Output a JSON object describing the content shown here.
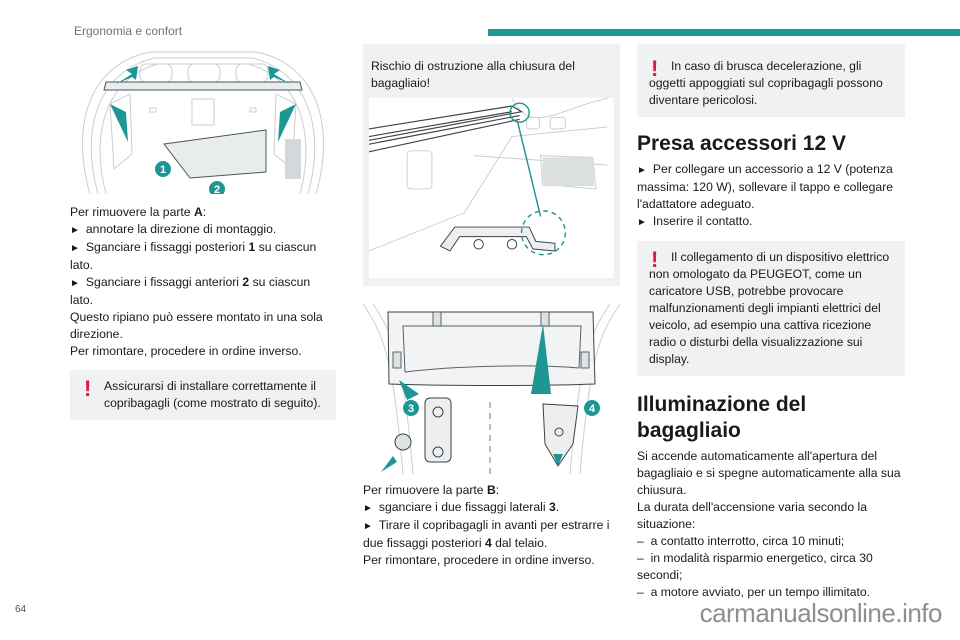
{
  "header": {
    "section_title": "Ergonomia e confort",
    "accent_color": "#1e9694"
  },
  "column1": {
    "figure_label": "boot-cover-part-a-removal-illustration",
    "callouts": [
      "1",
      "2"
    ],
    "intro_prefix": "Per rimuovere la parte ",
    "intro_bold": "A",
    "intro_suffix": ":",
    "steps": [
      {
        "arrow": "►",
        "text_before": "annotare la direzione di montaggio.",
        "bold": "",
        "text_after": ""
      },
      {
        "arrow": "►",
        "text_before": "Sganciare i fissaggi posteriori ",
        "bold": "1",
        "text_after": " su ciascun lato."
      },
      {
        "arrow": "►",
        "text_before": "Sganciare i fissaggi anteriori ",
        "bold": "2",
        "text_after": " su ciascun lato."
      }
    ],
    "para1": "Questo ripiano può essere montato in una sola direzione.",
    "para2": "Per rimontare, procedere in ordine inverso.",
    "warning": {
      "icon": "exclamation-icon",
      "text": "Assicurarsi di installare correttamente il copribagagli (come mostrato di seguito)."
    }
  },
  "column2": {
    "caution_text": "Rischio di ostruzione alla chiusura del bagagliaio!",
    "figure1_label": "boot-cover-obstruction-illustration",
    "figure2_label": "boot-cover-part-b-removal-illustration",
    "callouts": [
      "3",
      "4"
    ],
    "intro_prefix": "Per rimuovere la parte ",
    "intro_bold": "B",
    "intro_suffix": ":",
    "steps": [
      {
        "arrow": "►",
        "text_before": "sganciare i due fissaggi laterali ",
        "bold": "3",
        "text_after": "."
      },
      {
        "arrow": "►",
        "text_before": "Tirare il copribagagli in avanti per estrarre i due fissaggi posteriori ",
        "bold": "4",
        "text_after": " dal telaio."
      }
    ],
    "para1": "Per rimontare, procedere in ordine inverso."
  },
  "column3": {
    "warning1": {
      "icon": "exclamation-icon",
      "text": "In caso di brusca decelerazione, gli oggetti appoggiati sul copribagagli possono diventare pericolosi."
    },
    "section1": {
      "title": "Presa accessori 12 V",
      "steps": [
        {
          "arrow": "►",
          "text": "Per collegare un accessorio a 12 V (potenza massima: 120 W), sollevare il tappo e collegare l'adattatore adeguato."
        },
        {
          "arrow": "►",
          "text": "Inserire il contatto."
        }
      ]
    },
    "warning2": {
      "icon": "exclamation-icon",
      "text": "Il collegamento di un dispositivo elettrico non omologato da PEUGEOT, come un caricatore USB, potrebbe provocare malfunzionamenti degli impianti elettrici del veicolo, ad esempio una cattiva ricezione radio o disturbi della visualizzazione sui display."
    },
    "section2": {
      "title": "Illuminazione del bagagliaio",
      "para1": "Si accende automaticamente all'apertura del bagagliaio e si spegne automaticamente alla sua chiusura.",
      "para2": "La durata dell'accensione varia secondo la situazione:",
      "items": [
        {
          "dash": "–",
          "text": "a contatto interrotto, circa 10 minuti;"
        },
        {
          "dash": "–",
          "text": "in modalità risparmio energetico, circa 30 secondi;"
        },
        {
          "dash": "–",
          "text": "a motore avviato, per un tempo illimitato."
        }
      ]
    }
  },
  "footer": {
    "page_number": "64",
    "watermark": "carmanualsonline.info"
  }
}
